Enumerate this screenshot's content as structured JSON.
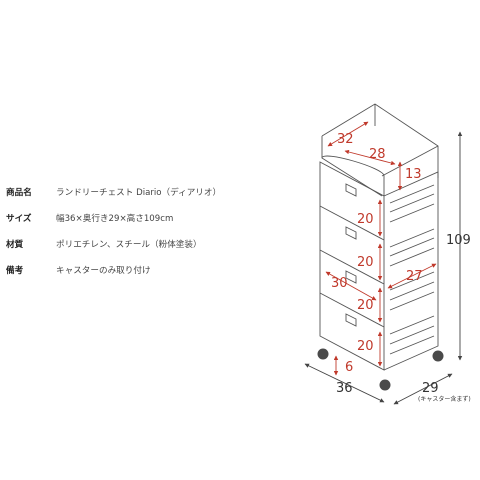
{
  "specs": [
    {
      "label": "商品名",
      "value": "ランドリーチェスト Diario（ディアリオ）"
    },
    {
      "label": "サイズ",
      "value": "幅36×奥行き29×高さ109cm"
    },
    {
      "label": "材質",
      "value": "ポリエチレン、スチール（粉体塗装）"
    },
    {
      "label": "備考",
      "value": "キャスターのみ取り付け"
    }
  ],
  "dimensions": {
    "top_width": "32",
    "top_inner": "28",
    "top_depth": "13",
    "drawer_1": "20",
    "drawer_2": "20",
    "drawer_3": "20",
    "drawer_4": "20",
    "drawer_width": "30",
    "drawer_depth": "27",
    "caster": "6",
    "total_height": "109",
    "width": "36",
    "depth": "29",
    "depth_note": "(キャスター含まず)"
  },
  "colors": {
    "dimension_red": "#c0392b",
    "outline": "#555555",
    "text": "#333333"
  }
}
